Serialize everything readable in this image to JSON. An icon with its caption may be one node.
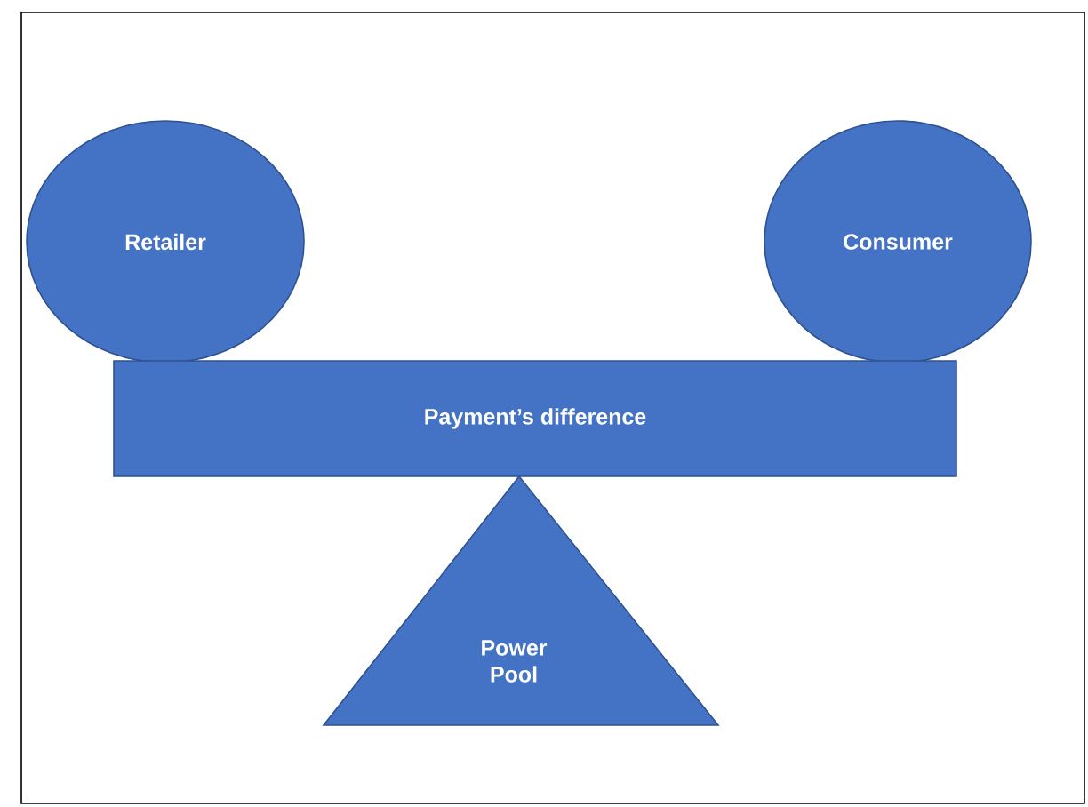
{
  "diagram": {
    "nodes": [
      {
        "text": [
          "Retailer"
        ]
      },
      {
        "text": [
          "Consumer"
        ]
      },
      {
        "text": [
          "Payment’s difference"
        ]
      },
      {
        "text": [
          "Power Pool"
        ]
      }
    ]
  }
}
